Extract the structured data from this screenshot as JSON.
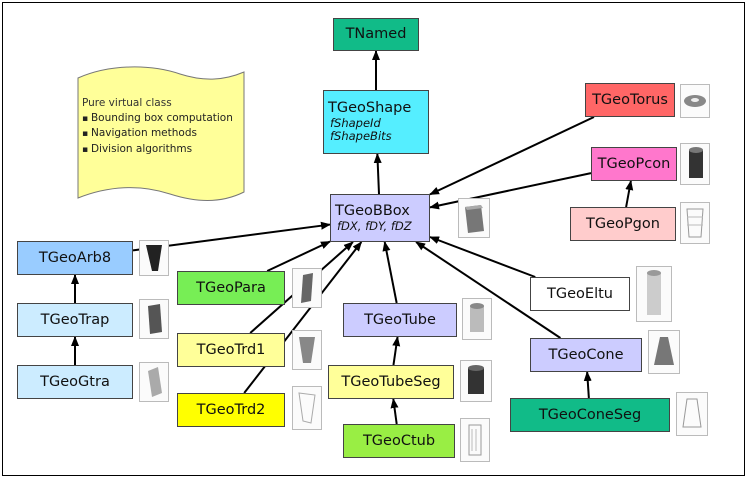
{
  "note": {
    "title": "Pure virtual class",
    "items": [
      "Bounding box computation",
      "Navigation methods",
      "Division algorithms"
    ]
  },
  "nodes": {
    "tnamed": {
      "label": "TNamed",
      "color": "#11bb88"
    },
    "tgeoshape": {
      "label": "TGeoShape",
      "attrs": [
        "fShapeId",
        "fShapeBits"
      ],
      "color": "#55eeff"
    },
    "tgeobbox": {
      "label": "TGeoBBox",
      "attrs": [
        "fDX, fDY, fDZ"
      ],
      "color": "#ccccff"
    },
    "tgeotorus": {
      "label": "TGeoTorus",
      "color": "#ff6666"
    },
    "tgeopcon": {
      "label": "TGeoPcon",
      "color": "#ff77cc"
    },
    "tgeopgon": {
      "label": "TGeoPgon",
      "color": "#ffcccc"
    },
    "tgeoarb8": {
      "label": "TGeoArb8",
      "color": "#99ccff"
    },
    "tgeotrap": {
      "label": "TGeoTrap",
      "color": "#ccecff"
    },
    "tgeogtra": {
      "label": "TGeoGtra",
      "color": "#ccecff"
    },
    "tgeopara": {
      "label": "TGeoPara",
      "color": "#77ee55"
    },
    "tgeotrd1": {
      "label": "TGeoTrd1",
      "color": "#ffff99"
    },
    "tgeotrd2": {
      "label": "TGeoTrd2",
      "color": "#ffff00"
    },
    "tgeotube": {
      "label": "TGeoTube",
      "color": "#ccccff"
    },
    "tgeotubeseg": {
      "label": "TGeoTubeSeg",
      "color": "#ffff99"
    },
    "tgeoctub": {
      "label": "TGeoCtub",
      "color": "#99ee44"
    },
    "tgeoeltu": {
      "label": "TGeoEltu",
      "color": "#ffffff"
    },
    "tgeocone": {
      "label": "TGeoCone",
      "color": "#ccccff"
    },
    "tgeoconeseg": {
      "label": "TGeoConeSeg",
      "color": "#11bb88"
    }
  },
  "edges": [
    [
      "tgeoshape",
      "tnamed"
    ],
    [
      "tgeobbox",
      "tgeoshape"
    ],
    [
      "tgeotorus",
      "tgeobbox"
    ],
    [
      "tgeopcon",
      "tgeobbox"
    ],
    [
      "tgeopgon",
      "tgeopcon"
    ],
    [
      "tgeoarb8",
      "tgeobbox"
    ],
    [
      "tgeotrap",
      "tgeoarb8"
    ],
    [
      "tgeogtra",
      "tgeotrap"
    ],
    [
      "tgeopara",
      "tgeobbox"
    ],
    [
      "tgeotrd1",
      "tgeobbox"
    ],
    [
      "tgeotrd2",
      "tgeobbox"
    ],
    [
      "tgeotube",
      "tgeobbox"
    ],
    [
      "tgeotubeseg",
      "tgeotube"
    ],
    [
      "tgeoctub",
      "tgeotubeseg"
    ],
    [
      "tgeoeltu",
      "tgeobbox"
    ],
    [
      "tgeocone",
      "tgeobbox"
    ],
    [
      "tgeoconeseg",
      "tgeocone"
    ]
  ]
}
